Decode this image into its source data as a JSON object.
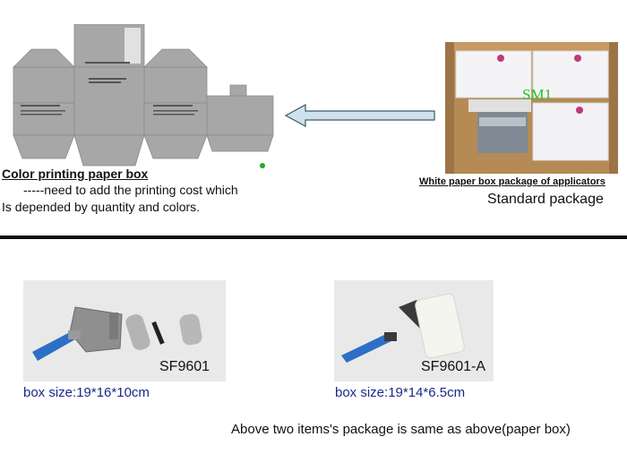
{
  "top": {
    "color_box_title": "Color printing paper box",
    "color_box_note_1": "-----need to add the printing cost which",
    "color_box_note_2": "Is depended by quantity and colors.",
    "white_box_title": "White paper box package of applicators",
    "standard_label": "Standard package",
    "photo_watermark": "SM1"
  },
  "products": [
    {
      "code": "SF9601",
      "box_size": "box size:19*16*10cm"
    },
    {
      "code": "SF9601-A",
      "box_size": "box size:19*14*6.5cm"
    }
  ],
  "footer_note": "Above two items's package is same as above(paper box)",
  "colors": {
    "dieline_gray": "#a7a7a7",
    "arrow_fill": "#cfe1ea",
    "arrow_stroke": "#3a5a6a",
    "handle_blue": "#2d6fc7",
    "size_text": "#1a2a8a",
    "watermark_green": "#22c422"
  }
}
